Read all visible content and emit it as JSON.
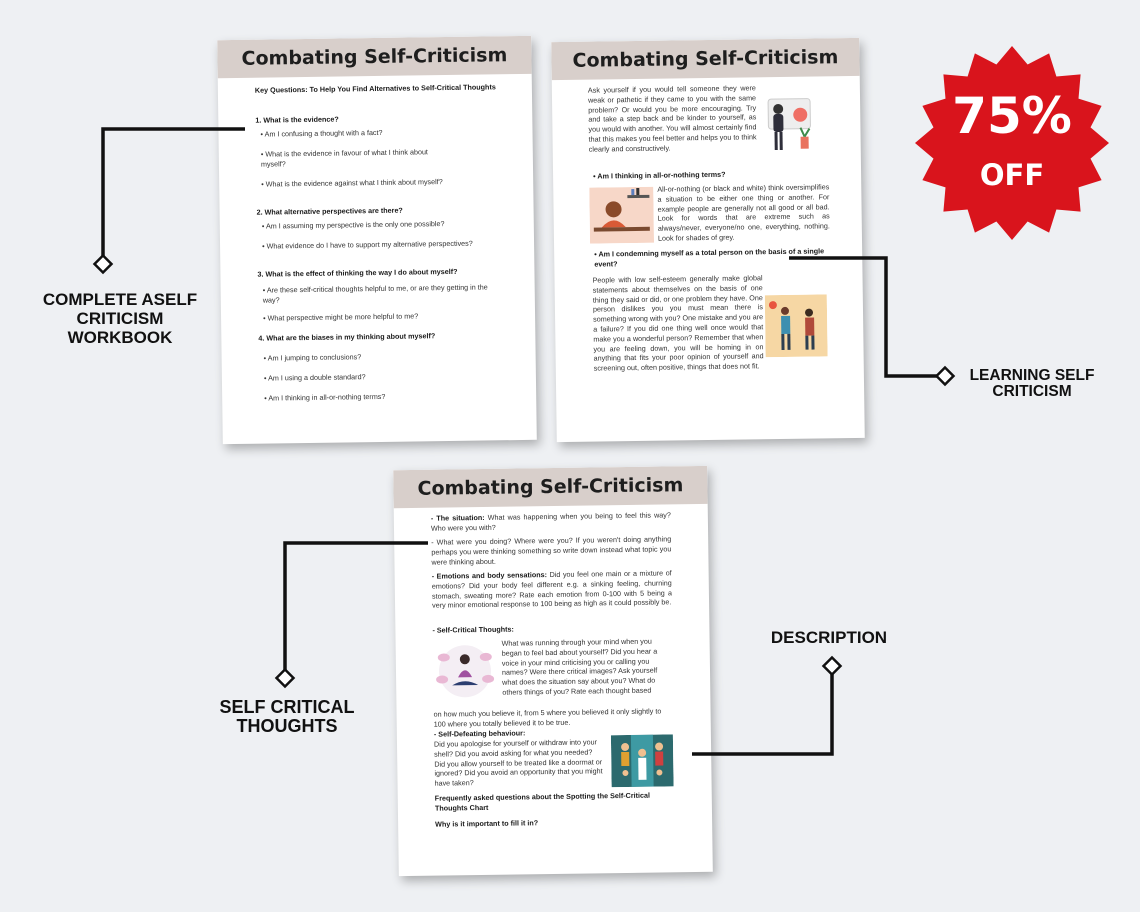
{
  "colors": {
    "header_bg": "#d8cfcb",
    "badge_red": "#d9141c",
    "line": "#111111"
  },
  "badge": {
    "percent": "75%",
    "off": "OFF"
  },
  "callouts": {
    "workbook": [
      "COMPLETE ASELF",
      "CRITICISM",
      "WORKBOOK"
    ],
    "learning": [
      "LEARNING SELF",
      "CRITICISM"
    ],
    "self_critical": [
      "SELF CRITICAL",
      "THOUGHTS"
    ],
    "description": "DESCRIPTION"
  },
  "page1": {
    "title": "Combating Self-Criticism",
    "intro": "Key Questions: To Help You Find Alternatives to Self-Critical Thoughts",
    "h1": "1. What is the evidence?",
    "q1a": "Am I confusing a thought with a fact?",
    "q1b": "What is the evidence in favour of what I think about myself?",
    "q1c": "What is the evidence against what I think about myself?",
    "h2": "2. What alternative perspectives are there?",
    "q2a": "Am I assuming my perspective is the only one possible?",
    "q2b": "What evidence do I have to support my alternative perspectives?",
    "h3": "3. What is the effect of thinking the way I do about myself?",
    "q3a": "Are these self-critical thoughts helpful to me, or are they getting in the way?",
    "q3b": "What perspective might be more helpful to me?",
    "h4": "4. What are the biases in my thinking about myself?",
    "q4a": "Am I jumping to conclusions?",
    "q4b": "Am I using a double standard?",
    "q4c": "Am I thinking in all-or-nothing terms?"
  },
  "page2": {
    "title": "Combating Self-Criticism",
    "p1": "Ask yourself if you would tell someone they were weak or pathetic if they came to you with the same problem? Or would you be more encouraging. Try and take a step back and be kinder to yourself, as you would with another. You will almost certainly find that this makes you feel better and helps you to think clearly and constructively.",
    "b1": "Am I thinking in all-or-nothing terms?",
    "p2": "All-or-nothing (or black and white) think oversimplifies a situation to be either one thing or another. For example people are generally not all good or all bad. Look for words that are extreme such as always/never, everyone/no one, everything, nothing. Look for shades of grey.",
    "b2": "Am I condemning myself as a total person on the basis of a single event?",
    "p3": "People with low self-esteem generally make global statements about themselves on the basis of one thing they said or did, or one problem they have. One person dislikes you you must mean there is something wrong with you? One mistake and you are a failure? If you did one thing well once would that make you a wonderful person? Remember that when you are feeling down, you will be homing in on anything that fits your poor opinion of yourself and screening out, often positive, things that does not fit."
  },
  "page3": {
    "title": "Combating Self-Criticism",
    "s1_label": "- The situation:",
    "s1_text": " What was happening when you being to feel this way? Who were you with?",
    "s2_text": "- What were you doing? Where were you? If you weren't doing anything perhaps you were thinking something so write down instead what topic you were thinking about.",
    "s3_label": "- Emotions and body sensations:",
    "s3_text": " Did you feel one main or a mixture of emotions? Did your body feel different e.g. a sinking feeling, churning stomach, sweating more? Rate each emotion from 0-100 with 5 being a very minor emotional response to 100 being as high as it could possibly be.",
    "s4_label": "- Self-Critical Thoughts:",
    "s4_text": "What was running through your mind when you began to feel bad about yourself? Did you hear a voice in your mind criticising you or calling you names? Were there critical images? Ask yourself what does the situation say about you? What do others things of you? Rate each thought based",
    "s4_cont": "on how much you believe it, from 5 where you believed it only slightly to 100 where you totally believed it to be true.",
    "s5_label": "- Self-Defeating behaviour:",
    "s5_text": "Did you apologise for yourself or withdraw into your shell? Did you avoid asking for what you needed? Did you allow yourself to be treated like a doormat or ignored? Did you avoid an opportunity that you might have taken?",
    "faq1": "Frequently asked questions about the Spotting the Self-Critical Thoughts Chart",
    "faq2": "Why is it important to fill it in?"
  }
}
